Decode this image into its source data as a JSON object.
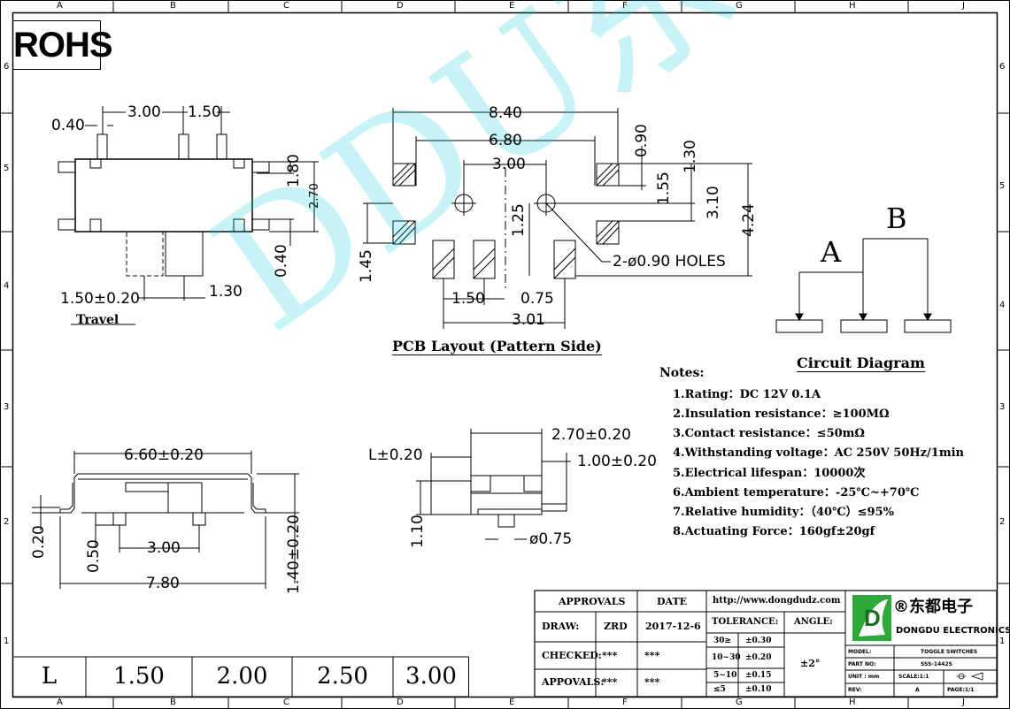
{
  "frame": {
    "columns": [
      "A",
      "B",
      "C",
      "D",
      "E",
      "F",
      "G",
      "H",
      "J"
    ],
    "rows": [
      "6",
      "5",
      "4",
      "3",
      "2",
      "1"
    ]
  },
  "rohs_label": "ROHS",
  "side_view": {
    "dims": [
      "0.40",
      "3.00",
      "1.50",
      "1.80",
      "2.70",
      "0.40",
      "1.30"
    ],
    "travel_dim": "1.50±0.20",
    "travel_label": "Travel"
  },
  "pcb_layout": {
    "dims": [
      "8.40",
      "6.80",
      "3.00",
      "0.90",
      "1.30",
      "1.55",
      "3.10",
      "4.24",
      "1.25",
      "1.45",
      "1.50",
      "0.75",
      "3.01"
    ],
    "holes_label": "2-ø0.90 HOLES",
    "title": "PCB Layout (Pattern Side)"
  },
  "circuit": {
    "label_a": "A",
    "label_b": "B",
    "title": "Circuit Diagram"
  },
  "front_view": {
    "width_dim": "6.60±0.20",
    "dims": [
      "0.20",
      "0.50",
      "3.00",
      "7.80",
      "1.40±0.20"
    ]
  },
  "end_view": {
    "dims": [
      "L±0.20",
      "2.70±0.20",
      "1.00±0.20",
      "1.10",
      "ø0.75"
    ]
  },
  "notes": {
    "title": "Notes:",
    "items": [
      "1.Rating：DC 12V 0.1A",
      "2.Insulation resistance：≥100MΩ",
      "3.Contact resistance：≤50mΩ",
      "4.Withstanding voltage：AC 250V 50Hz/1min",
      "5.Electrical lifespan：10000次",
      "6.Ambient temperature：-25℃~+70℃",
      "7.Relative humidity：（40℃）≤95%",
      "8.Actuating Force：160gf±20gf"
    ]
  },
  "watermark": "DDU东都",
  "length_table": {
    "header": "L",
    "values": [
      "1.50",
      "2.00",
      "2.50",
      "3.00"
    ]
  },
  "title_block": {
    "approvals_header": "APPROVALS",
    "date_header": "DATE",
    "website": "http://www.dongdudz.com",
    "tolerance_label": "TOLERANCE:",
    "angle_label": "ANGLE:",
    "angle_value": "±2°",
    "draw_label": "DRAW:",
    "draw_value": "ZRD",
    "draw_date": "2017-12-6",
    "checked_label": "CHECKED:",
    "checked_value": "***",
    "checked_date": "***",
    "appovals_label": "APPOVALS:",
    "appovals_value": "***",
    "appovals_date": "***",
    "tolerances": [
      {
        "range": "30≥",
        "value": "±0.30"
      },
      {
        "range": "10~30",
        "value": "±0.20"
      },
      {
        "range": "5~10",
        "value": "±0.15"
      },
      {
        "range": "≤5",
        "value": "±0.10"
      }
    ],
    "company_cn": "®东都电子",
    "company_en": "DONGDU ELECTRONICS",
    "model_label": "MODEL:",
    "model_value": "TOGGLE SWITCHES",
    "part_label": "PART NO:",
    "part_value": "SSS-1442S",
    "unit_label": "UNIT : mm",
    "scale_label": "SCALE:1:1",
    "rev_label": "REV:",
    "rev_value": "A",
    "page_label": "PAGE:1/1"
  }
}
